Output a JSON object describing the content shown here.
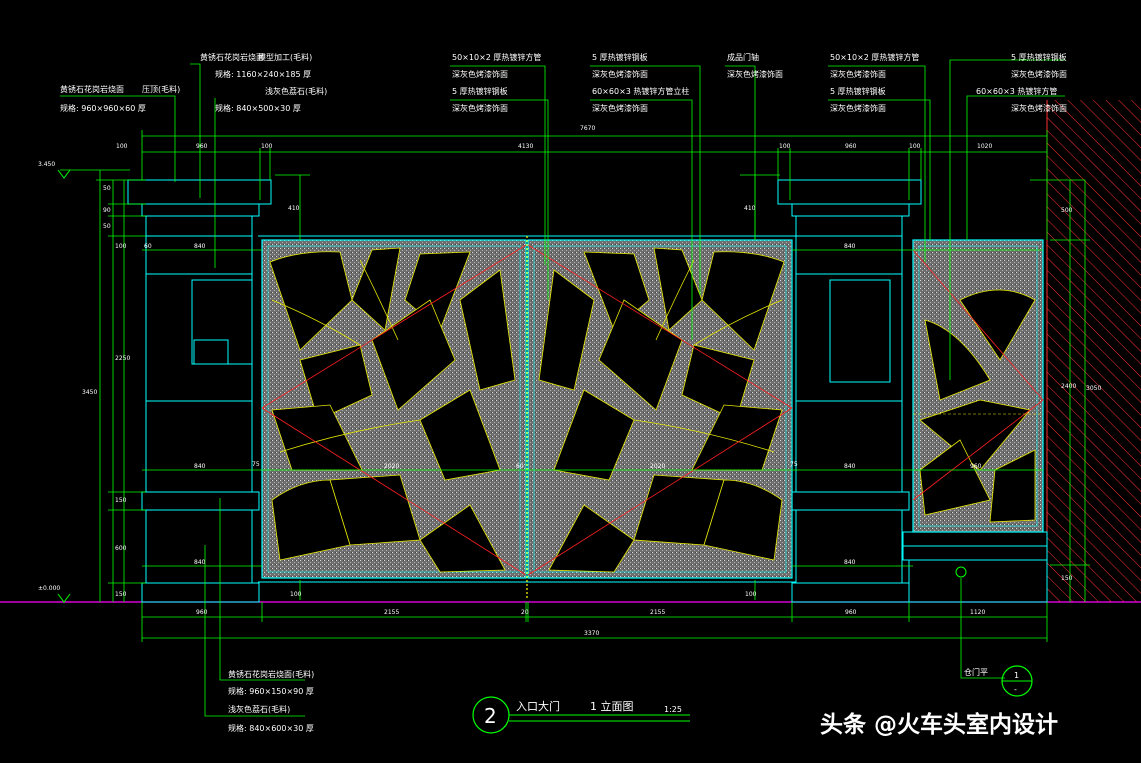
{
  "notes": {
    "n1_title": "黄锈石花岗岩烧面",
    "n1_sub": "压顶(毛料)",
    "n1_spec": "规格: 960×960×60 厚",
    "n2_title": "黄锈石花岗岩烧面",
    "n2_sub": "模型加工(毛料)",
    "n2_spec": "规格: 1160×240×185 厚",
    "n3_title": "浅灰色荔石(毛料)",
    "n3_spec": "规格: 840×500×30 厚",
    "n4_line1": "50×10×2 厚热镀锌方管",
    "n4_line2": "深灰色烤漆饰面",
    "n4_line3": "5 厚热镀锌钢板",
    "n4_line4": "深灰色烤漆饰面",
    "n5_line1": "5 厚热镀锌钢板",
    "n5_line2": "深灰色烤漆饰面",
    "n5_line3": "60×60×3 热镀锌方管立柱",
    "n5_line4": "深灰色烤漆饰面",
    "n6_line1": "成品门轴",
    "n6_line2": "深灰色烤漆饰面",
    "n7_line1": "50×10×2 厚热镀锌方管",
    "n7_line2": "深灰色烤漆饰面",
    "n7_line3": "5 厚热镀锌钢板",
    "n7_line4": "深灰色烤漆饰面",
    "n8_line1": "5 厚热镀锌钢板",
    "n8_line2": "深灰色烤漆饰面",
    "n8_line3": "60×60×3 热镀锌方管",
    "n8_line4": "深灰色烤漆饰面",
    "n9_title": "黄锈石花岗岩烧面(毛料)",
    "n9_spec": "规格: 960×150×90 厚",
    "n10_title": "浅灰色荔石(毛料)",
    "n10_spec": "规格: 840×600×30 厚",
    "n11": "仓门平"
  },
  "levels": {
    "top": "3.450",
    "ground": "±0.000"
  },
  "dims": {
    "overall_top": "7670",
    "top_segments": [
      "100",
      "960",
      "100",
      "4130",
      "100",
      "960",
      "100",
      "1020"
    ],
    "pier_inner": "840",
    "pier_inner_left": "60",
    "gate_half": "2020",
    "gate_mid": "60",
    "gate_cap": "410",
    "left_vertical": [
      "50",
      "90",
      "50",
      "100",
      "2250",
      "150",
      "600",
      "150"
    ],
    "left_total": "3450",
    "right_vertical": [
      "500",
      "2400",
      "150"
    ],
    "right_total": "3050",
    "bottom_segments": [
      "960",
      "2155",
      "20",
      "2155",
      "960",
      "1120"
    ],
    "bottom_total": "3370",
    "post_side": "75",
    "post_gap": "100",
    "small_gate": "960"
  },
  "title_block": {
    "number": "2",
    "name": "入口大门",
    "view": "1 立面图",
    "scale": "1:25"
  },
  "section_mark": {
    "top": "1",
    "bottom": "-"
  },
  "watermark": "头条 @火车头室内设计",
  "colors": {
    "bg": "#000000",
    "dim": "#00ff00",
    "outline": "#00ffff",
    "leaf": "#ffff00",
    "guide": "#ff0000",
    "hatch": "#ff3030",
    "ground": "#ff00ff",
    "text": "#ffffff"
  }
}
